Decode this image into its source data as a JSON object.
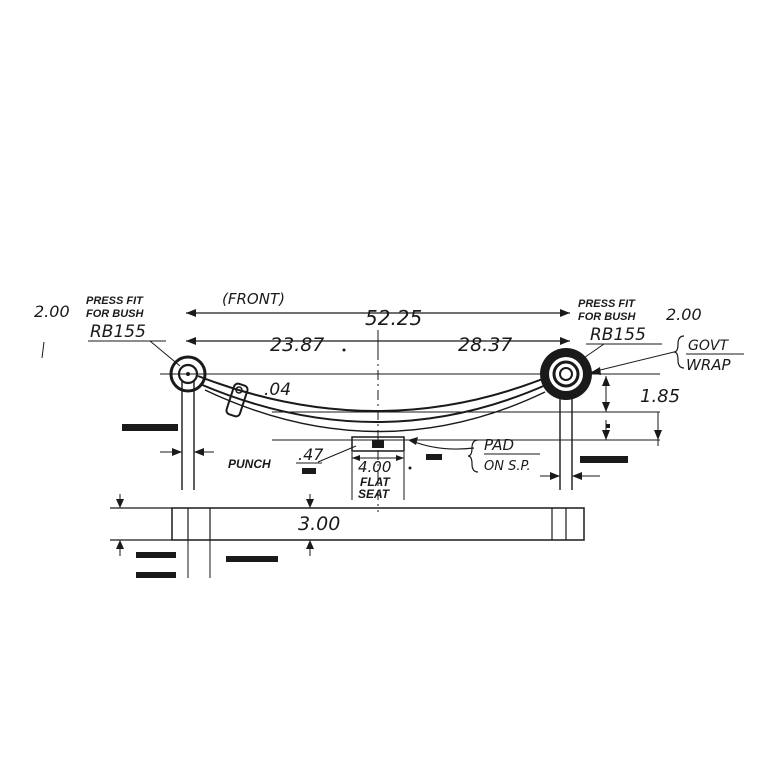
{
  "title": "",
  "left_eye": {
    "dimension": "2.00",
    "note_line1": "PRESS FIT",
    "note_line2": "FOR BUSH",
    "bushing": "RB155"
  },
  "right_eye": {
    "dimension": "2.00",
    "note_line1": "PRESS FIT",
    "note_line2": "FOR BUSH",
    "bushing": "RB155"
  },
  "wrap_note": {
    "line1": "GOVT",
    "line2": "WRAP"
  },
  "front_label": "(FRONT)",
  "overall_length": "52.25",
  "front_segment": "23.87",
  "rear_segment": "28.37",
  "camber_offset": ".04",
  "eye_height": "1.85",
  "punch": {
    "label": "PUNCH",
    "value": ".47"
  },
  "flat_seat": {
    "value": "4.00",
    "line1": "FLAT",
    "line2": "SEAT"
  },
  "pad_note": {
    "line1": "PAD",
    "line2": "ON S.P."
  },
  "leaf_width": "3.00",
  "colors": {
    "ink": "#1a1a1a",
    "paper": "#ffffff"
  }
}
